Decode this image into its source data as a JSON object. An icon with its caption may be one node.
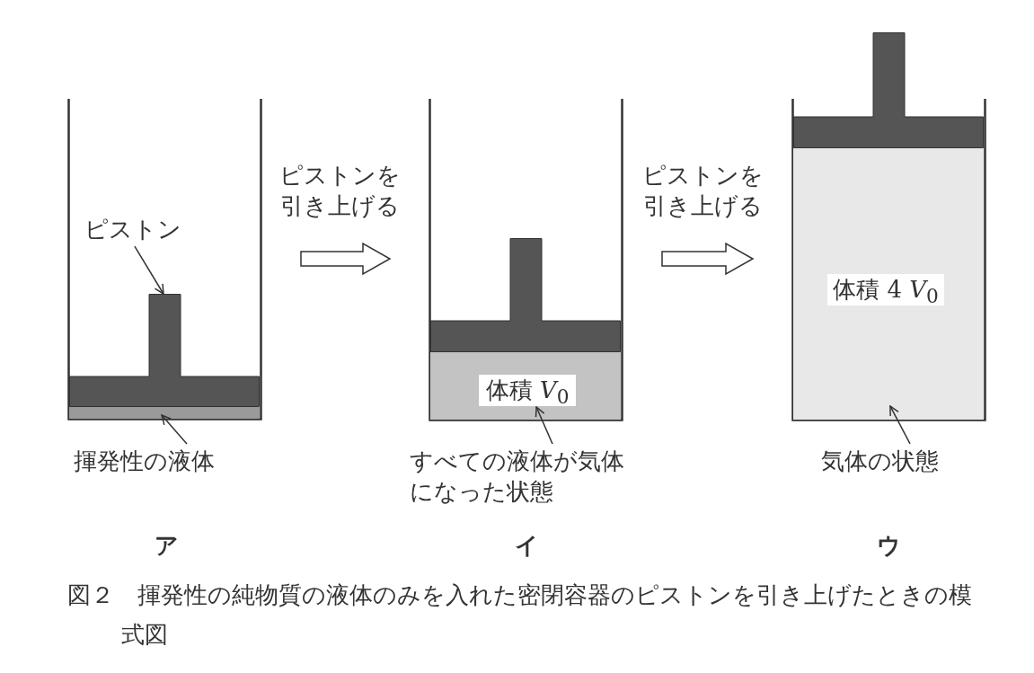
{
  "diagram": {
    "caption": "図２　揮発性の純物質の液体のみを入れた密閉容器のピストンを引き上げたときの模式図",
    "nodes": [
      {
        "text": [],
        "shape": "cylinder"
      },
      {
        "text": [],
        "shape": "box",
        "in": 0
      },
      {
        "text": [],
        "shape": "bar",
        "in": 0
      },
      {
        "text": [
          "ピストン"
        ],
        "in": 0
      },
      {
        "text": [
          "揮発性の液体"
        ]
      },
      {
        "text": [],
        "shape": "cylinder"
      },
      {
        "text": [],
        "shape": "box",
        "in": 5
      },
      {
        "text": [
          "体積 *V*$_{0}$"
        ],
        "in": 5
      },
      {
        "text": [
          "すべての液体が気体になった状態"
        ]
      },
      {
        "text": [],
        "shape": "cylinder"
      },
      {
        "text": [],
        "shape": "box"
      },
      {
        "text": [
          "体積 4 *V*$_{0}$"
        ],
        "in": 9
      },
      {
        "text": [
          "気体の状態"
        ]
      }
    ],
    "edges": [
      {
        "from": 3,
        "to": 1,
        "arrow": "to"
      },
      {
        "from": 4,
        "to": 2,
        "arrow": "to"
      },
      {
        "from": 0,
        "to": 5,
        "arrow": "to",
        "label": "ピストンを引き上げる"
      },
      {
        "from": 8,
        "to": 7,
        "arrow": "to"
      },
      {
        "from": 5,
        "to": 9,
        "arrow": "to",
        "label": "ピストンを引き上げる"
      },
      {
        "from": 12,
        "to": 11,
        "arrow": "to"
      }
    ],
    "labels": [
      "ア",
      "イ",
      "ウ"
    ]
  }
}
